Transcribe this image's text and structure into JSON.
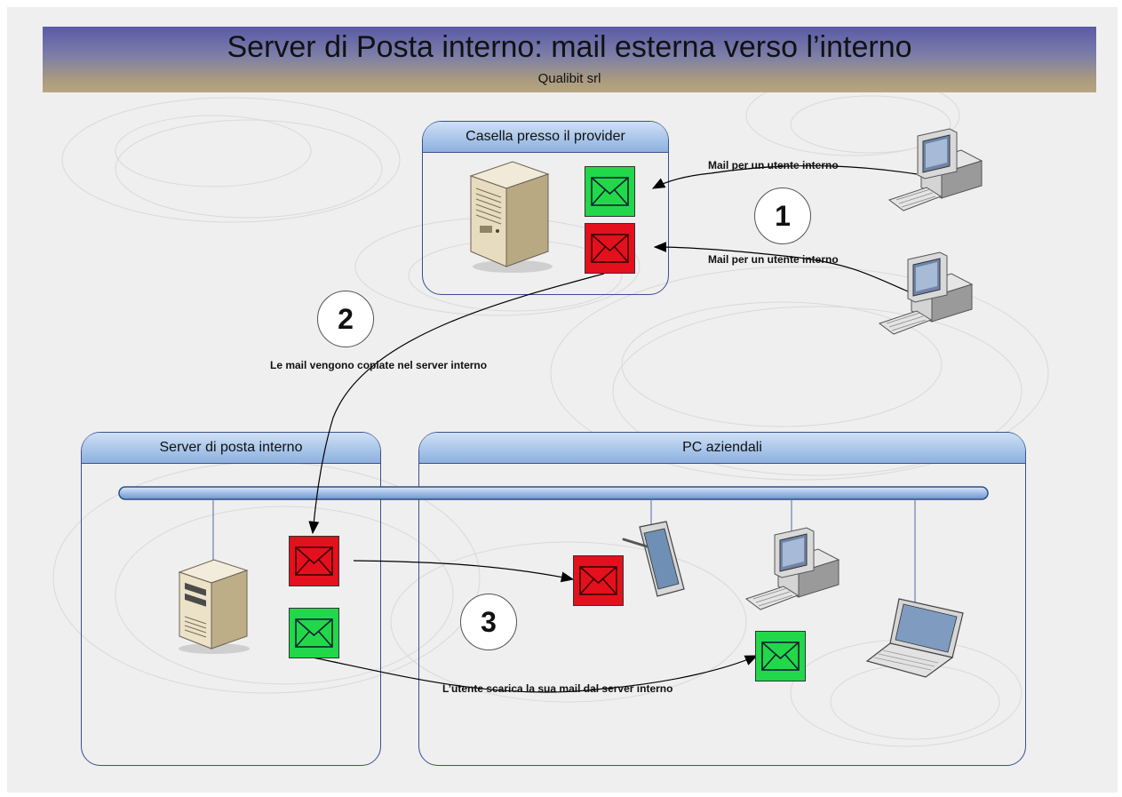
{
  "title": "Server di Posta interno: mail esterna verso l’interno",
  "subtitle": "Qualibit srl",
  "groups": {
    "provider": "Casella presso il provider",
    "internal_server": "Server di posta interno",
    "company_pcs": "PC aziendali"
  },
  "labels": {
    "mail_user_1": "Mail per un utente interno",
    "mail_user_2": "Mail per un utente interno",
    "copy": "Le mail vengono copiate nel server interno",
    "download": "L’utente scarica la sua mail dal server interno"
  },
  "steps": [
    "1",
    "2",
    "3"
  ],
  "colors": {
    "title_gradient_top": "#5a5aa8",
    "title_gradient_bottom": "#b9a67f",
    "mail_green": "#22d84a",
    "mail_red": "#e5101d",
    "group_header": "#a9c6ea",
    "group_border": "#3a4f8f"
  },
  "icons": [
    "server-tower-icon",
    "server-small-icon",
    "desktop-pc-icon",
    "tablet-icon",
    "laptop-icon",
    "envelope-icon"
  ]
}
